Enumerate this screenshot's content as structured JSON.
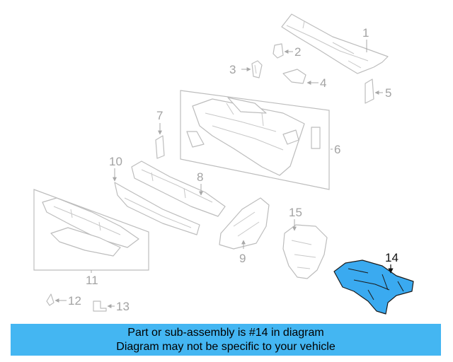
{
  "callouts": {
    "c1": "1",
    "c2": "2",
    "c3": "3",
    "c4": "4",
    "c5": "5",
    "c6": "6",
    "c7": "7",
    "c8": "8",
    "c9": "9",
    "c10": "10",
    "c11": "11",
    "c12": "12",
    "c13": "13",
    "c14": "14",
    "c15": "15"
  },
  "highlighted_part": "14",
  "colors": {
    "highlight": "#3aaaf0",
    "banner": "#44b6f2",
    "line_art": "#bdbdbd"
  },
  "banner": {
    "line1": "Part or sub-assembly is #14 in diagram",
    "line2": "Diagram may not be specific to your vehicle"
  }
}
